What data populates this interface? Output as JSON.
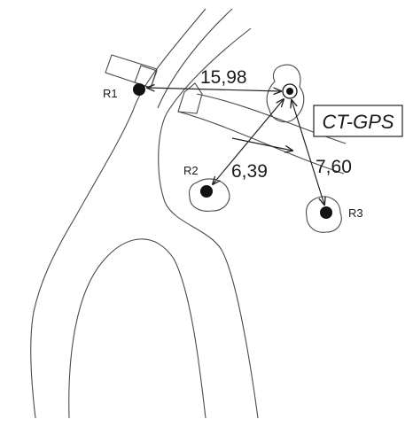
{
  "diagram": {
    "targets": [
      {
        "id": "R1",
        "label": "R1"
      },
      {
        "id": "R2",
        "label": "R2"
      },
      {
        "id": "R3",
        "label": "R3"
      }
    ],
    "distances": [
      {
        "value": "15,98"
      },
      {
        "value": "6,39"
      },
      {
        "value": "7,60"
      }
    ],
    "box_label": "CT-GPS"
  }
}
